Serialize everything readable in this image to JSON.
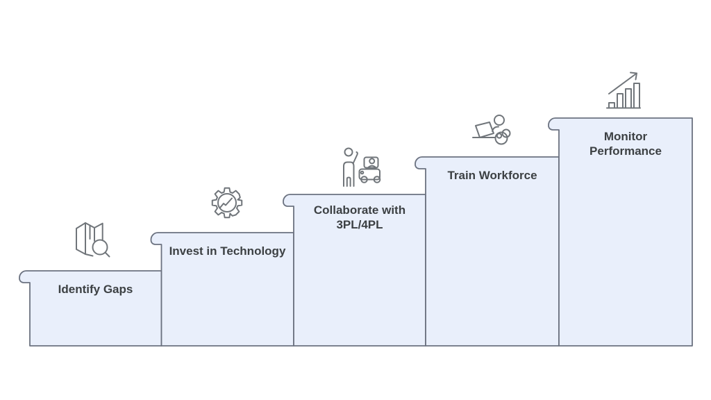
{
  "diagram": {
    "type": "staircase-infographic",
    "step_count": 5,
    "steps": [
      {
        "label": "Identify Gaps",
        "icon": "map-search-icon"
      },
      {
        "label": "Invest in Technology",
        "icon": "gear-analytics-icon"
      },
      {
        "label": "Collaborate with 3PL/4PL",
        "icon": "person-vehicle-icon"
      },
      {
        "label": "Train Workforce",
        "icon": "person-laptop-training-icon"
      },
      {
        "label": "Monitor Performance",
        "icon": "growth-bar-chart-icon"
      }
    ]
  },
  "colors": {
    "background": "#ffffff",
    "step_fill": "#e9effb",
    "step_border": "#6b7280",
    "label_text": "#3c4043",
    "icon_stroke": "#70757a"
  }
}
